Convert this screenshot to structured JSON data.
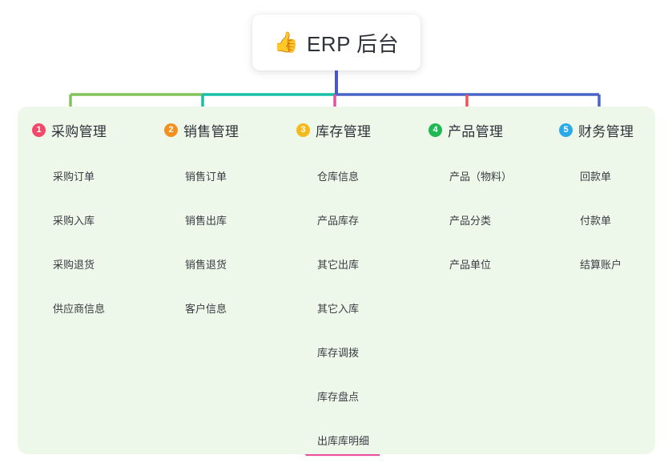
{
  "root": {
    "icon": "thumbs-up-emoji",
    "emoji": "👍",
    "title": "ERP 后台"
  },
  "palette": {
    "panel_bg": "#edf7ea",
    "card_bg": "#ffffff",
    "text": "#2f3238",
    "root_stem": "#4a5ac4"
  },
  "columns": [
    {
      "number": "1",
      "title": "采购管理",
      "color": "#82c25a",
      "badge_color": "#f2496a",
      "items": [
        "采购订单",
        "采购入库",
        "采购退货",
        "供应商信息"
      ]
    },
    {
      "number": "2",
      "title": "销售管理",
      "color": "#17bfa5",
      "badge_color": "#f5901e",
      "items": [
        "销售订单",
        "销售出库",
        "销售退货",
        "客户信息"
      ]
    },
    {
      "number": "3",
      "title": "库存管理",
      "color": "#e8509f",
      "badge_color": "#f5b91e",
      "items": [
        "仓库信息",
        "产品库存",
        "其它出库",
        "其它入库",
        "库存调拨",
        "库存盘点",
        "出库库明细"
      ]
    },
    {
      "number": "4",
      "title": "产品管理",
      "color": "#f2535a",
      "badge_color": "#1fb954",
      "items": [
        "产品（物料）",
        "产品分类",
        "产品单位"
      ]
    },
    {
      "number": "5",
      "title": "财务管理",
      "color": "#4a63c8",
      "badge_color": "#2aabe8",
      "items": [
        "回款单",
        "付款单",
        "结算账户"
      ]
    }
  ]
}
